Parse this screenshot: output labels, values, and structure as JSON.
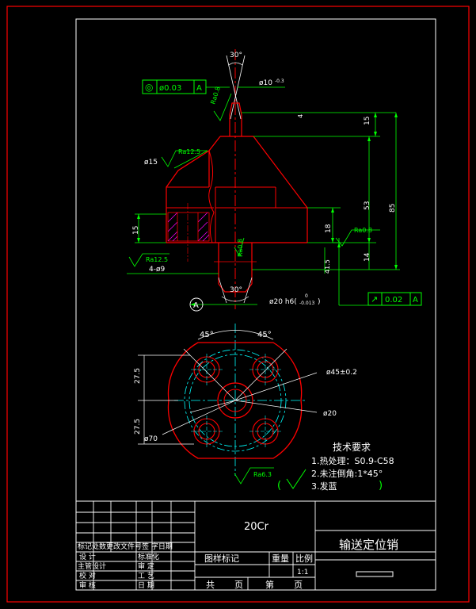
{
  "colors": {
    "outline": "#ff0000",
    "dimension": "#00ff00",
    "centerline": "#00ffff",
    "frame": "#ffffff",
    "hatch": "#ff00ff",
    "text": "#ffffff"
  },
  "front_view": {
    "angle_top": "30°",
    "dia_top": "ø10",
    "dia_top_tol": "-0.3",
    "tolerance_frame": {
      "symbol": "◎",
      "value": "ø0.03",
      "datum": "A"
    },
    "ra_tip": "Ra0.8",
    "ra_cone": "Ra12.5",
    "dia15": "ø15",
    "dim_4": "4",
    "dim_15_top": "15",
    "dim_53": "53",
    "dim_85": "85",
    "dim_15_left": "15",
    "dim_18": "18",
    "ra_shoulder": "Ra0.8",
    "dim_14": "14",
    "dim_41_5": "41.5",
    "ra_left": "Ra12.5",
    "holes": "4-ø9",
    "ra_bottom": "Ra0.8",
    "angle_bottom": "30°",
    "datum": "A",
    "dia20": "ø20 h6(",
    "dia20_tol_top": "0",
    "dia20_tol_bottom": "-0.013",
    "dia20_close": ")",
    "runout_frame": {
      "symbol": "↗",
      "value": "0.02",
      "datum": "A"
    }
  },
  "top_view": {
    "angle_left": "45°",
    "angle_right": "45°",
    "dim_27_5_top": "27.5",
    "dim_27_5_bottom": "27.5",
    "dia45": "ø45±0.2",
    "dia20": "ø20",
    "dia70": "ø70"
  },
  "tech_req": {
    "title": "技术要求",
    "items": [
      "1.热处理：S0.9-C58",
      "2.未注倒角:1*45°",
      "3.发蓝"
    ],
    "ra_general": "Ra6.3",
    "paren_open": "(",
    "paren_close": ")"
  },
  "title_block": {
    "material": "20Cr",
    "part_name": "输送定位销",
    "rev_header": "标记处数更改文件号签 字日期",
    "design": "设  计",
    "standardize": "标准化",
    "chief": "主管设计",
    "review": "审  定",
    "check": "校  对",
    "process": "工  艺",
    "audit": "审  核",
    "date": "日  期",
    "pattern_mark": "图样标记",
    "weight": "重量",
    "scale": "比例",
    "scale_value": "1:1",
    "total": "共",
    "sheets": "页",
    "page": "第",
    "page_suffix": "页"
  }
}
